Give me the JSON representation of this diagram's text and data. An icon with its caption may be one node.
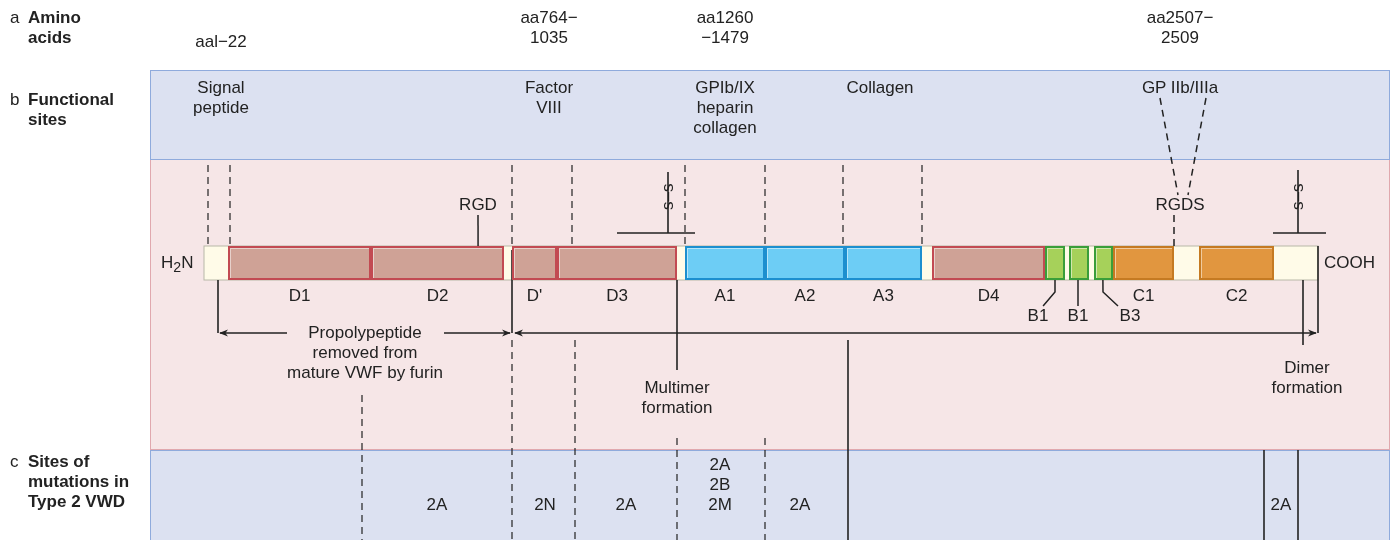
{
  "diagram": {
    "nodes": [
      {
        "text": [
          "GP IIb/IIIa"
        ]
      },
      {
        "text": [
          "RGD"
        ]
      },
      {
        "text": [
          "RGDS"
        ]
      },
      {
        "text": [
          "D1"
        ]
      },
      {
        "text": [
          "D2"
        ]
      },
      {
        "text": [
          "D'"
        ]
      },
      {
        "text": [
          "D3"
        ]
      },
      {
        "text": [
          "A1"
        ]
      },
      {
        "text": [
          "A2"
        ]
      },
      {
        "text": [
          "A3"
        ]
      },
      {
        "text": [
          "D4"
        ]
      },
      {
        "text": [],
        "shape": "box"
      },
      {
        "text": [],
        "shape": "box"
      },
      {
        "text": [],
        "shape": "box"
      },
      {
        "text": [
          "C1"
        ]
      },
      {
        "text": [
          "C2"
        ]
      },
      {
        "text": [
          "B1"
        ]
      },
      {
        "text": [
          "B1"
        ]
      },
      {
        "text": [
          "B3"
        ]
      }
    ],
    "edges": [
      {
        "from": 0,
        "to": 2,
        "arrow": "none",
        "style": "dashed"
      },
      {
        "from": 0,
        "to": 2,
        "arrow": "none",
        "style": "dashed"
      },
      {
        "from": 1,
        "to": 4,
        "arrow": "none"
      },
      {
        "from": 2,
        "to": 14,
        "arrow": "none",
        "style": "dashed"
      },
      {
        "from": 16,
        "to": 11,
        "arrow": "none"
      },
      {
        "from": 17,
        "to": 12,
        "arrow": "none"
      },
      {
        "from": 18,
        "to": 13,
        "arrow": "none"
      }
    ],
    "labels": [
      "a",
      "Amino acids",
      "aal−22",
      "aa764− 1035",
      "aa1260 −1479",
      "aa2507− 2509",
      "b",
      "Functional sites",
      "Signal peptide",
      "Factor VIII",
      "GPIb/IX heparin collagen",
      "Collagen",
      "s–s",
      "s–s",
      "H$_{2}$N",
      "COOH",
      "Propolypeptide removed from mature VWF by furin",
      "Multimer formation",
      "Dimer formation",
      "c",
      "Sites of mutations in Type 2 VWD",
      "2A",
      "2N",
      "2A",
      "2A 2B 2M",
      "2A",
      "2A"
    ]
  }
}
